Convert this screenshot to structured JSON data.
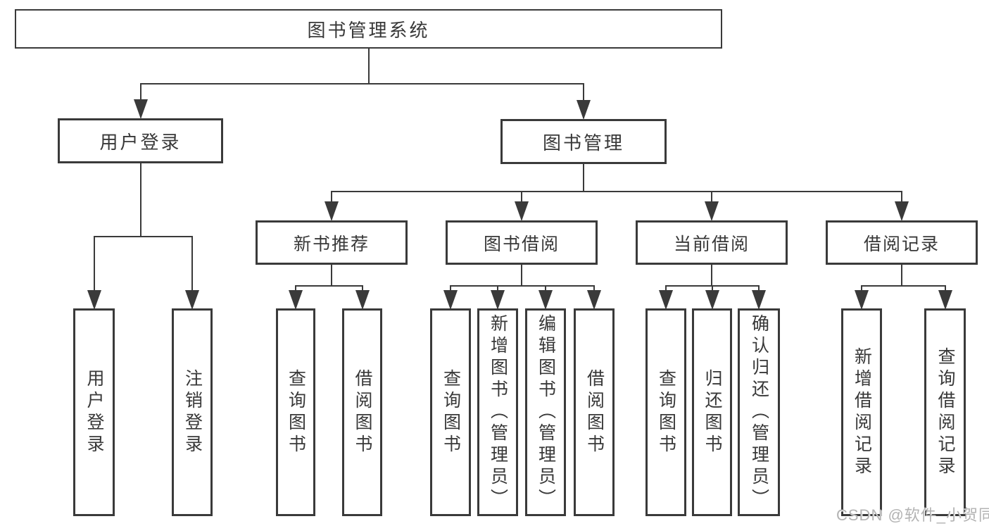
{
  "tree": {
    "root": {
      "label": "图书管理系统"
    },
    "level2": [
      {
        "label": "用户登录",
        "children": [
          "用户登录",
          "注销登录"
        ]
      },
      {
        "label": "图书管理"
      }
    ],
    "level3": [
      {
        "label": "新书推荐",
        "children": [
          "查询图书",
          "借阅图书"
        ]
      },
      {
        "label": "图书借阅",
        "children": [
          "查询图书",
          "新增图书（管理员）",
          "编辑图书（管理员）",
          "借阅图书"
        ]
      },
      {
        "label": "当前借阅",
        "children": [
          "查询图书",
          "归还图书",
          "确认归还（管理员）"
        ]
      },
      {
        "label": "借阅记录",
        "children": [
          "新增借阅记录",
          "查询借阅记录"
        ]
      }
    ]
  },
  "watermark": {
    "text": "CSDN @软件_小贺同学"
  },
  "colors": {
    "line": "#3a3a3a",
    "text": "#383838",
    "watermark": "#b3b3b3",
    "background": "#ffffff"
  }
}
